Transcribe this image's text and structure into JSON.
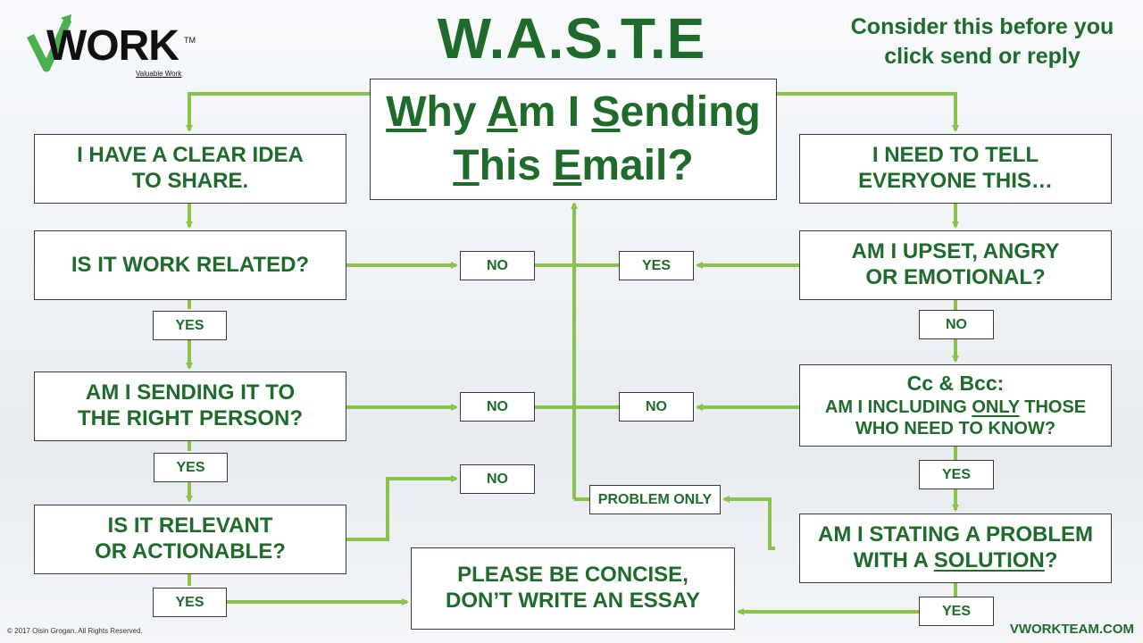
{
  "header": {
    "title": "W.A.S.T.E",
    "subtitle_line1": "Consider this before you",
    "subtitle_line2": "click send or reply"
  },
  "logo": {
    "text": "WORK",
    "tagline": "Valuable Work",
    "trademark": "TM"
  },
  "center": {
    "line1": [
      {
        "t": "W",
        "u": true
      },
      {
        "t": "hy ",
        "u": false
      },
      {
        "t": "A",
        "u": true
      },
      {
        "t": "m I ",
        "u": false
      },
      {
        "t": "S",
        "u": true
      },
      {
        "t": "ending",
        "u": false
      }
    ],
    "line2": [
      {
        "t": "T",
        "u": true
      },
      {
        "t": "his ",
        "u": false
      },
      {
        "t": "E",
        "u": true
      },
      {
        "t": "mail?",
        "u": false
      }
    ]
  },
  "left": {
    "clear_idea_1": "I HAVE A CLEAR IDEA",
    "clear_idea_2": "TO SHARE.",
    "work_related": "IS IT WORK RELATED?",
    "right_person_1": "AM I SENDING IT TO",
    "right_person_2": "THE RIGHT PERSON?",
    "relevant_1": "IS IT RELEVANT",
    "relevant_2": "OR ACTIONABLE?"
  },
  "right": {
    "tell_everyone_1": "I NEED TO TELL",
    "tell_everyone_2": "EVERYONE THIS…",
    "upset_1": "AM I UPSET, ANGRY",
    "upset_2": "OR EMOTIONAL?",
    "cc_heading": "Cc & Bcc:",
    "cc_1a": "AM I INCLUDING ",
    "cc_1b": "ONLY",
    "cc_1c": " THOSE",
    "cc_2": "WHO NEED TO KNOW?",
    "problem_1": "AM I STATING A PROBLEM",
    "problem_2a": "WITH A ",
    "problem_2b": "SOLUTION",
    "problem_2c": "?"
  },
  "concise": {
    "line1": "PLEASE BE CONCISE,",
    "line2": "DON’T WRITE AN ESSAY"
  },
  "labels": {
    "yes": "YES",
    "no": "NO",
    "problem_only": "PROBLEM ONLY"
  },
  "footer": {
    "copyright": "© 2017 Oisin Grogan. All Rights Reserved.",
    "site": "VWORKTEAM.COM"
  },
  "colors": {
    "accent": "#1e6b2c",
    "arrow": "#8bc34a",
    "border": "#3a3a3a"
  }
}
